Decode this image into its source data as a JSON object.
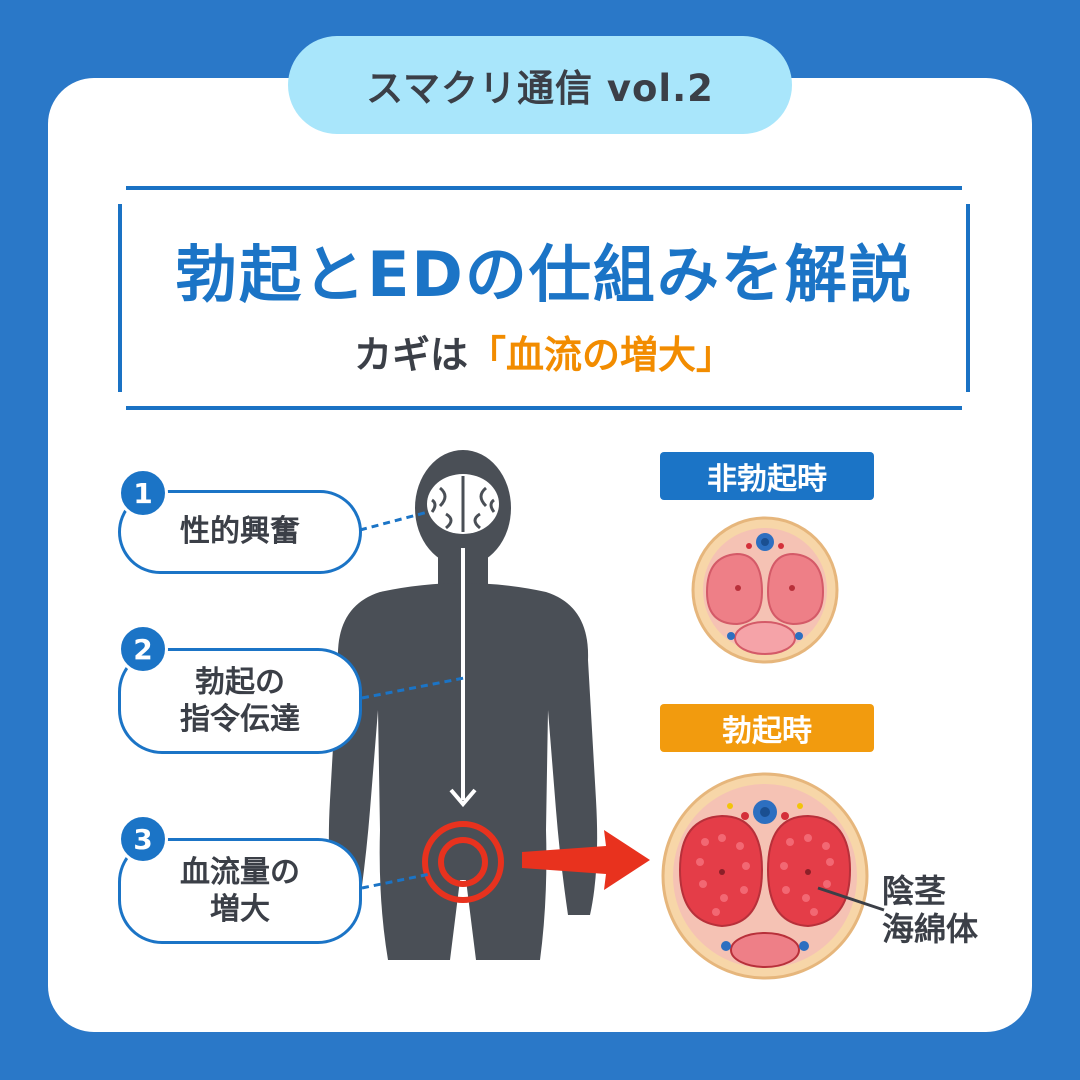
{
  "header": {
    "series_label": "スマクリ通信 vol.2"
  },
  "title": {
    "main": "勃起とEDの仕組みを解説",
    "subtitle_prefix": "カギは",
    "subtitle_accent": "「血流の増大」"
  },
  "steps": [
    {
      "number": "1",
      "line1": "性的興奮",
      "line2": ""
    },
    {
      "number": "2",
      "line1": "勃起の",
      "line2": "指令伝達"
    },
    {
      "number": "3",
      "line1": "血流量の",
      "line2": "増大"
    }
  ],
  "states": {
    "non_erect_label": "非勃起時",
    "erect_label": "勃起時"
  },
  "annotation": {
    "line1": "陰茎",
    "line2": "海綿体"
  },
  "colors": {
    "background": "#2a78c8",
    "accent_blue": "#1b74c6",
    "accent_orange": "#f28c00",
    "silhouette": "#4a4f56",
    "arrow_red": "#e8321e",
    "pill_light_blue": "#a9e6fb"
  }
}
